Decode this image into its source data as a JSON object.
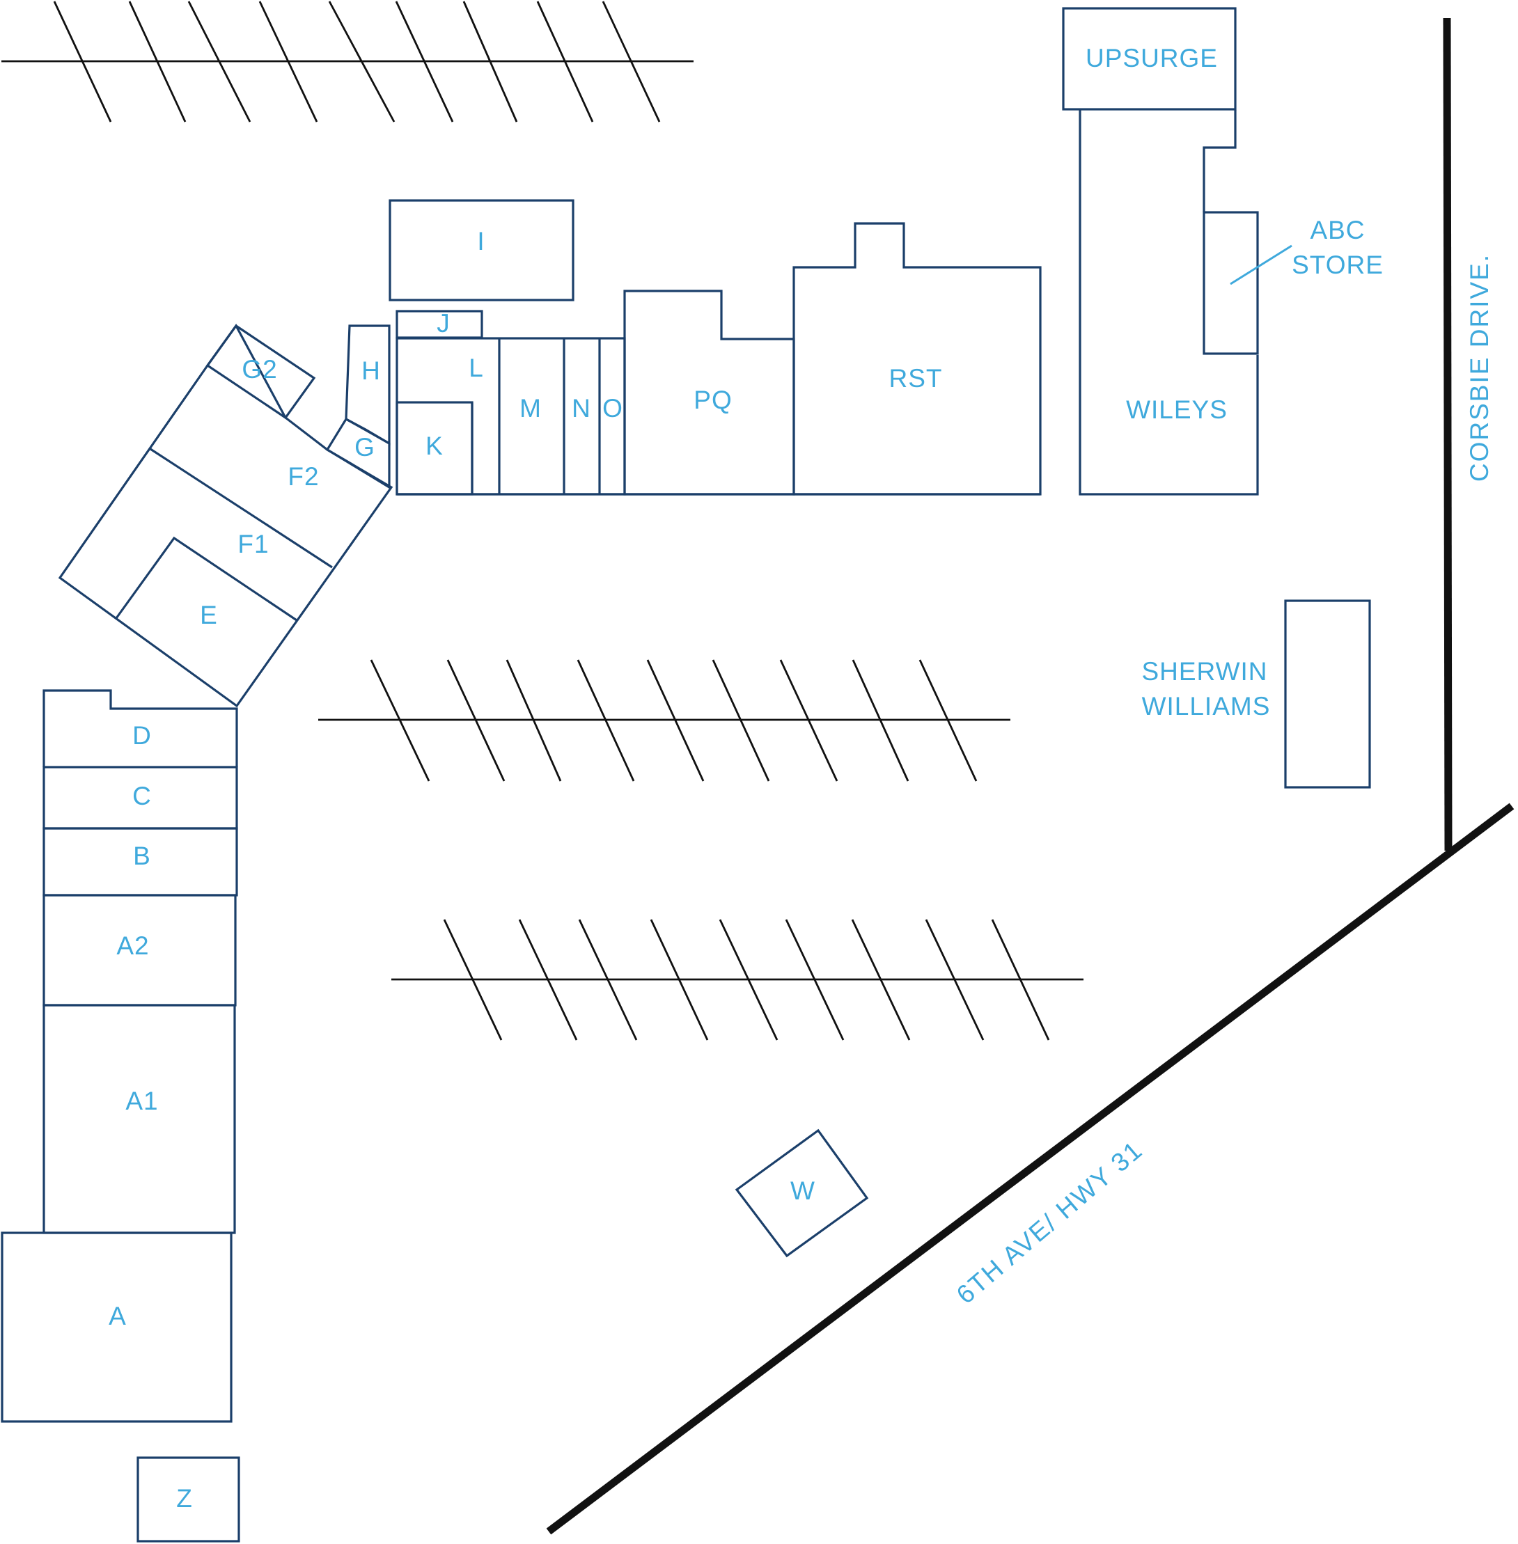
{
  "colors": {
    "building_outline": "#1b3f6a",
    "label": "#3fa9dc",
    "line": "#111111"
  },
  "roads": {
    "corsbie": "CORSBIE DRIVE.",
    "highway": "6TH AVE/ HWY 31"
  },
  "units": {
    "upsurge": "UPSURGE",
    "abc_line1": "ABC",
    "abc_line2": "STORE",
    "wileys": "WILEYS",
    "sherwin_line1": "SHERWIN",
    "sherwin_line2": "WILLIAMS",
    "i": "I",
    "j": "J",
    "h": "H",
    "l": "L",
    "k": "K",
    "m": "M",
    "n": "N",
    "o": "O",
    "pq": "PQ",
    "rst": "RST",
    "g2": "G2",
    "g": "G",
    "f2": "F2",
    "f1": "F1",
    "e": "E",
    "d": "D",
    "c": "C",
    "b": "B",
    "a2": "A2",
    "a1": "A1",
    "a": "A",
    "w": "W",
    "z": "Z"
  }
}
